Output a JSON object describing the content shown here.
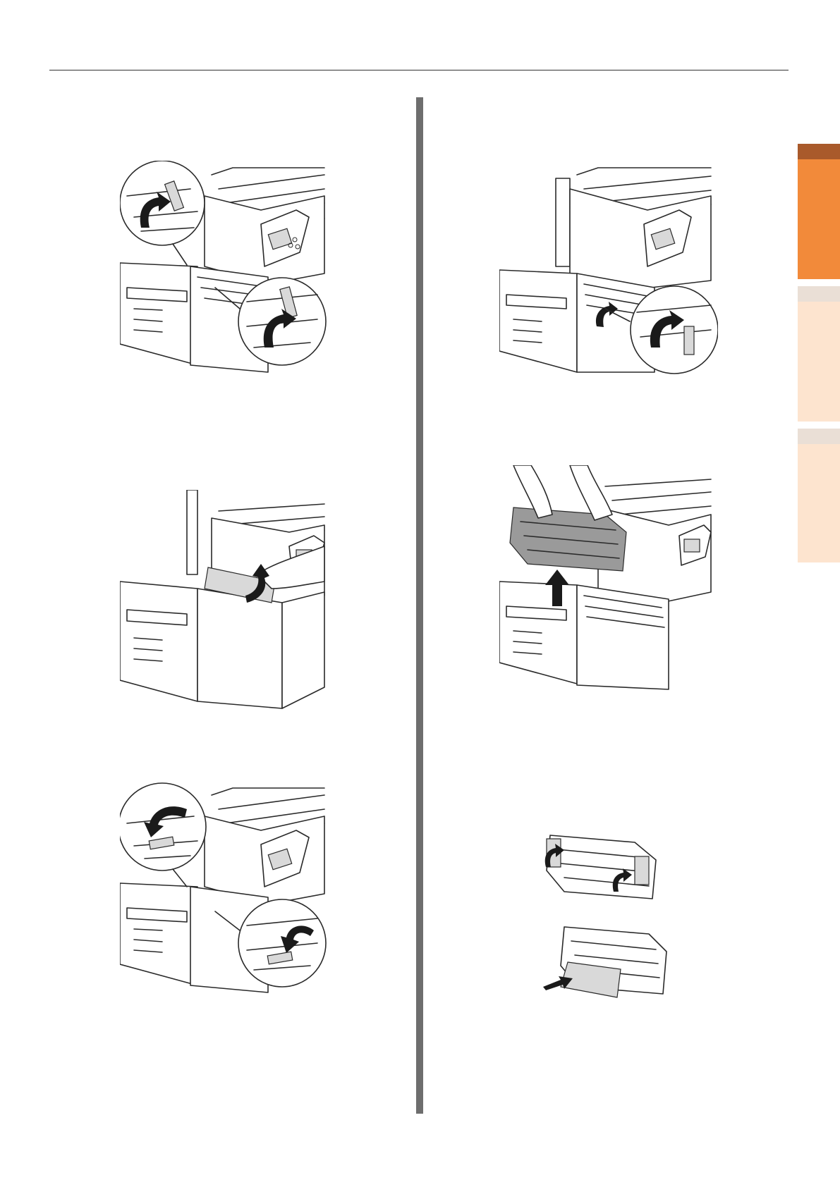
{
  "side_tabs": [
    {
      "cap_color": "#a95a2b",
      "body_color": "#f28a3a"
    },
    {
      "cap_color": "#eadfd6",
      "body_color": "#fde4cf"
    },
    {
      "cap_color": "#eadfd6",
      "body_color": "#fde4cf"
    }
  ],
  "figures": [
    {
      "id": "fig-lift-levers",
      "icon": "printer-open-lever-up"
    },
    {
      "id": "fig-pull-paper",
      "icon": "printer-remove-jammed-paper"
    },
    {
      "id": "fig-lower-levers",
      "icon": "printer-lower-lever"
    },
    {
      "id": "fig-fuser-levers",
      "icon": "printer-fuser-lever-up"
    },
    {
      "id": "fig-lift-fuser",
      "icon": "fuser-unit-lift-out"
    },
    {
      "id": "fig-fuser-paper",
      "icon": "fuser-remove-paper"
    }
  ]
}
